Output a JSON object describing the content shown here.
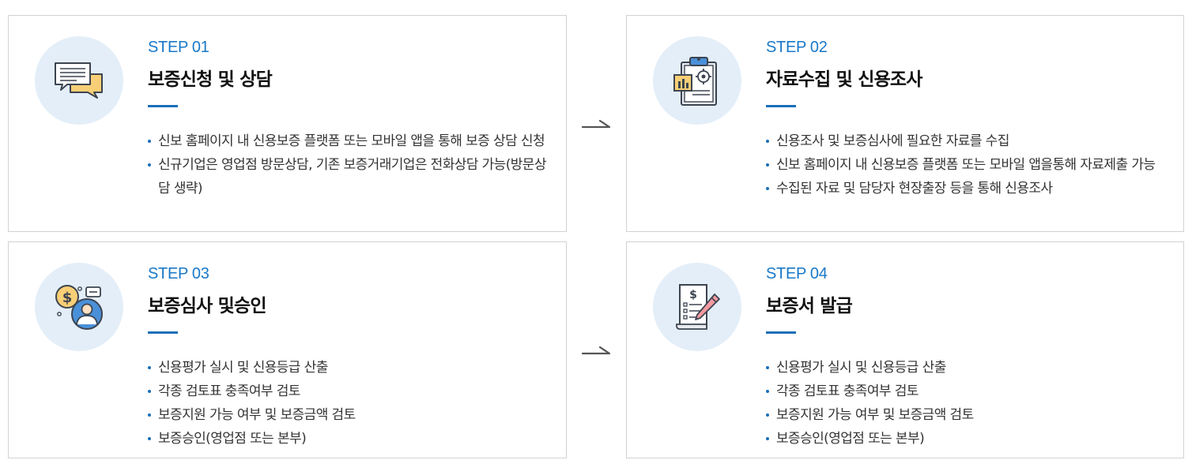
{
  "colors": {
    "accent": "#1978c8",
    "bar": "#1a6fb8",
    "icon_bg": "#e3eef8",
    "border": "#d2d2d2"
  },
  "steps": [
    {
      "label": "STEP 01",
      "title": "보증신청 및 상담",
      "icon": "chat-bubbles-icon",
      "items": [
        "신보 홈페이지 내 신용보증 플랫폼 또는 모바일 앱을 통해 보증 상담 신청",
        "신규기업은 영업점 방문상담, 기존 보증거래기업은 전화상담 가능(방문상담 생략)"
      ]
    },
    {
      "label": "STEP 02",
      "title": "자료수집 및 신용조사",
      "icon": "clipboard-chart-icon",
      "items": [
        "신용조사 및 보증심사에 필요한 자료를 수집",
        "신보 홈페이지 내 신용보증 플랫폼 또는 모바일 앱을통해 자료제출 가능",
        "수집된 자료 및 담당자 현장출장 등을 통해 신용조사"
      ]
    },
    {
      "label": "STEP 03",
      "title": "보증심사 및승인",
      "icon": "dollar-person-icon",
      "items": [
        "신용평가 실시 및 신용등급 산출",
        "각종 검토표 충족여부 검토",
        "보증지원 가능 여부 및 보증금액 검토",
        "보증승인(영업점 또는 본부)"
      ]
    },
    {
      "label": "STEP 04",
      "title": "보증서 발급",
      "icon": "document-pen-icon",
      "items": [
        "신용평가 실시 및 신용등급 산출",
        "각종 검토표 충족여부 검토",
        "보증지원 가능 여부 및 보증금액 검토",
        "보증승인(영업점 또는 본부)"
      ]
    }
  ]
}
